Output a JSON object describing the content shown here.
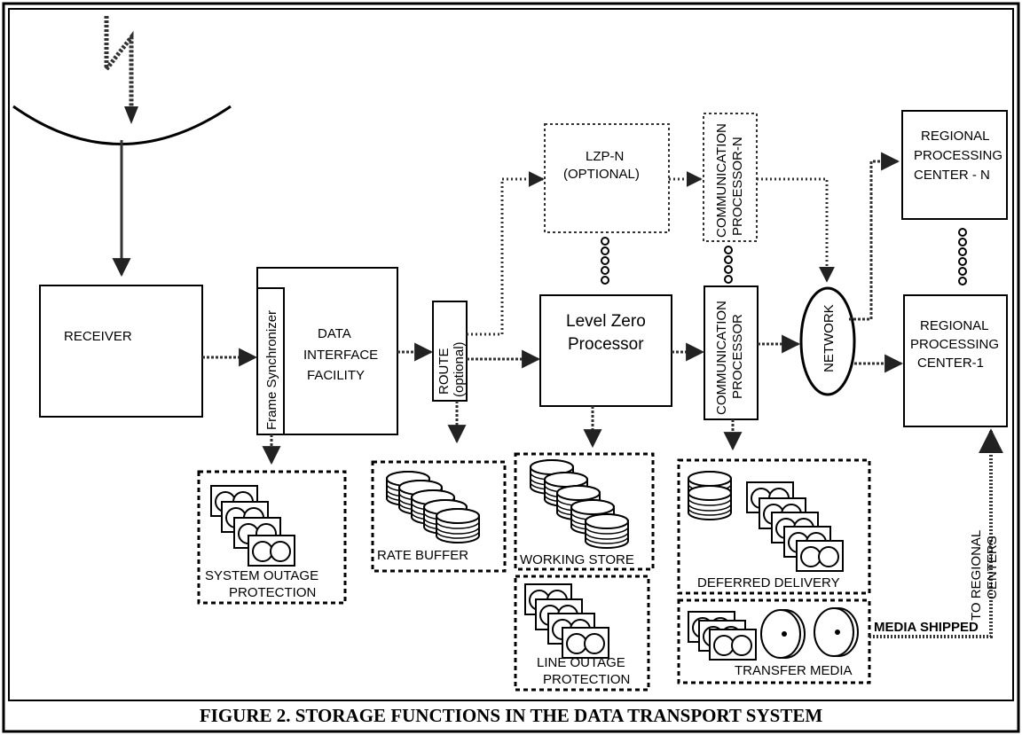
{
  "blocks": {
    "receiver": "RECEIVER",
    "frame_synchronizer": "Frame Synchronizer",
    "dif": [
      "DATA",
      "INTERFACE",
      "FACILITY"
    ],
    "route": [
      "ROUTE",
      "(optional)"
    ],
    "lzp": [
      "Level Zero",
      "Processor"
    ],
    "lzp_n": [
      "LZP-N",
      "(OPTIONAL)"
    ],
    "comm_n": [
      "COMMUNICATION",
      "PROCESSOR-N"
    ],
    "comm": [
      "COMMUNICATION",
      "PROCESSOR"
    ],
    "network": "NETWORK",
    "rpc_n": [
      "REGIONAL",
      "PROCESSING",
      "CENTER - N"
    ],
    "rpc_1": [
      "REGIONAL",
      "PROCESSING",
      "CENTER-1"
    ]
  },
  "storage": {
    "system_outage": [
      "SYSTEM OUTAGE",
      "PROTECTION"
    ],
    "rate_buffer": "RATE BUFFER",
    "working_store": "WORKING STORE",
    "line_outage": [
      "LINE OUTAGE",
      "PROTECTION"
    ],
    "deferred_delivery": "DEFERRED DELIVERY",
    "transfer_media": "TRANSFER MEDIA"
  },
  "flows": {
    "media_shipped": "MEDIA SHIPPED",
    "to_regional": [
      "TO REGIONAL",
      "CENTERS"
    ]
  },
  "caption": "FIGURE 2. STORAGE FUNCTIONS IN THE DATA TRANSPORT SYSTEM"
}
